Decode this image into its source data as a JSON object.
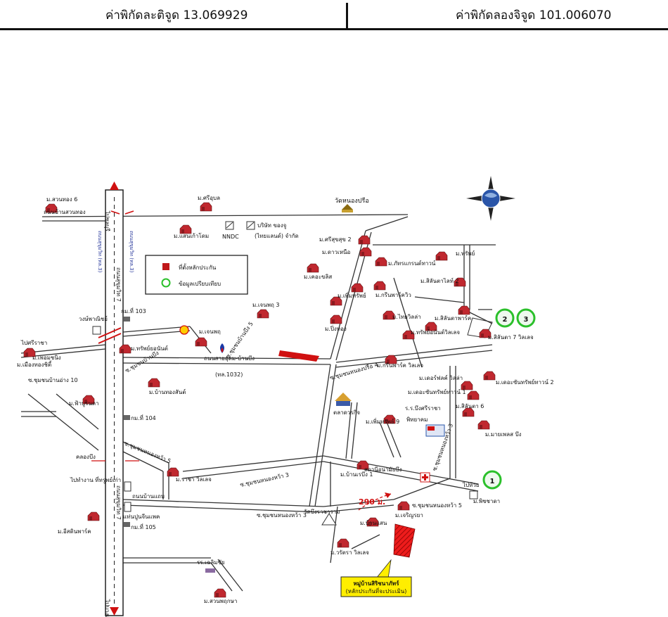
{
  "header": {
    "latitude": "ค่าพิกัดละติจูด 13.069929",
    "longitude": "ค่าพิกัดลองจิจูด 101.006070"
  },
  "legend": {
    "item1": "ที่ตั้งหลักประกัน",
    "item2": "ข้อมูลเปรียบเทียบ"
  },
  "markers": {
    "m1": "1",
    "m2": "2",
    "m3": "3"
  },
  "distance": "290 ม.",
  "callout": {
    "line1": "หมู่บ้านสิริชนาภัทร์",
    "line2": "(หลักประกันที่จะประเมิน)"
  },
  "labels": {
    "suanthong6": "ม.สวนทอง 6",
    "road_suanthong": "ถนนบ้านสวนทอง",
    "sriubon": "ม.ศรีอุบล",
    "wat_nongpru": "วัดหนองปรือ",
    "saenkaow": "ม.แสนเก้าโดม",
    "nndc": "NNDC",
    "company": "บริษัท ของจู",
    "company2": "(ไทยแลนด์) จำกัด",
    "srisuksuk2": "ม.ศรีสุขสุข 2",
    "daoneua": "ม.ดาวเหนือ",
    "pattarasiri": "ม.ภัทรแกรนด์ทาวน์",
    "saphon": "ม.ทรัพย์",
    "krissakon": "ม.เคอะขลิส",
    "siltakarn": "ม.สิลันตาไลท์ 2",
    "phoemsap": "ม.เพิ่มทรัพย์",
    "greenpark": "ม.กรีนพาร์ควิว",
    "jaenpra3": "ม.เจนพฤ 3",
    "mthi103": "กม.ที่ 103",
    "wongpanich": "วงษ์พาณิชย์",
    "sriracha_road": "ไปศรีราชา",
    "chonburi_road": "ไปชลบุรี",
    "bangsaen": "ไปบางแสน",
    "pimpikun": "ม.เพอมชนิง",
    "maungthong": "ม.เมืองทองชิตี้",
    "jenpra": "ม.เจนพฤ",
    "sappailin": "ม.ทรัพย์ยอนันต์",
    "road1032": "(ทล.1032)",
    "road_name": "ถนนสายอุดม-บ้านบึง",
    "pingthong": "ม.ปิ่งทอง",
    "thaivilla": "ม.ไทยวิลล่า",
    "siltakarn3": "ม.สิลันตาพาร์ค",
    "saphon_ville": "ม.ทรัพย์อนันต์วิลเลจ",
    "siltakarn7": "ม.สิลันตา 7 วิลเลจ",
    "soi_nongpru4": "ซ.ชุมชนหนองปรือ 4",
    "greenpark_village": "ม.กรีนพาร์ค วิลเลจ",
    "soi10": "ซ.ชุมชนบ้านอ่าง 10",
    "pyuthana": "ม.ฟ้าบูรนดา",
    "soi_bangphra": "ซ.ชุมชนบ้านบึง",
    "thongsai": "ม.บ้านทองสันต์",
    "kornpark": "ม.เดอร์ฟลค์ วิลล่า",
    "kornpark2": "ม.เดอะซันทรัพย์ทาวน์ 1",
    "kornpark3": "ม.เดอะซันทรัพย์ทาวน์ 2",
    "rr_bueng": "ร.ร.บึงศรีราชา",
    "pittayakom": "พิทยาคม",
    "silanta6": "ม.สิลันตา 6",
    "market": "ตลาดวรกิจ",
    "phoemsap9": "ม.เพิ่มทรัพย์ 9",
    "maiphon": "ม.มายเพลส บึง",
    "mthi104": "กม.ที่ 104",
    "khlong": "คลองบึง",
    "bangphra1": "ม.บ้านเรบึง 1",
    "health": "สถานีอนามัยบึง",
    "soi_nong5": "ซ.ชุมชนหนองหว้า 5",
    "soi_nong3": "ซ.ชุมชนหนองหว้า 3",
    "raja": "ม.ราชา วิลเลจ",
    "district": "ไปทำงาน ที่ทรูพย์เก่า",
    "road_sn": "ถนนบ้านแถบ",
    "waterworks": "แท่นปูนจีนแพค",
    "mthi105": "กม.ที่ 105",
    "isaan": "ม.อีสดินพาร์ค",
    "temple": "วัดบึงราชาราม",
    "soi_nong3b": "ซ.ชุมชนหนองหว้า 3",
    "phichada": "ม.พิชชาดา",
    "saniang": "ม.บ้านแสน",
    "jaraya": "ม.เจริญรยา",
    "wanchai": "ม.วรัตรา วิลเลจ",
    "rr_chaloem": "รร.เฉลิมชัย",
    "suanphira": "ม.สวนพฤกษา",
    "to_right": "ไปห้วย",
    "soi5": "ซ.ชุมชนหนองหว้า 5",
    "soi3b": "ซ.ชุมชนหนองหว้า 3",
    "bridge_road": "ซ.ชุมชนบ้านบึง 5",
    "main_road_l": "ถนนสุขุมวิท (ทล.3)",
    "main_road_r": "ถนนสุขุมวิท (ทล.3)",
    "sukhumvit": "ถนนสุขุมวิท 7"
  },
  "colors": {
    "marker_green": "#2bc02b",
    "collateral_red": "#ee1c1c",
    "house_red": "#c0282f",
    "callout_yellow": "#ffee00"
  }
}
